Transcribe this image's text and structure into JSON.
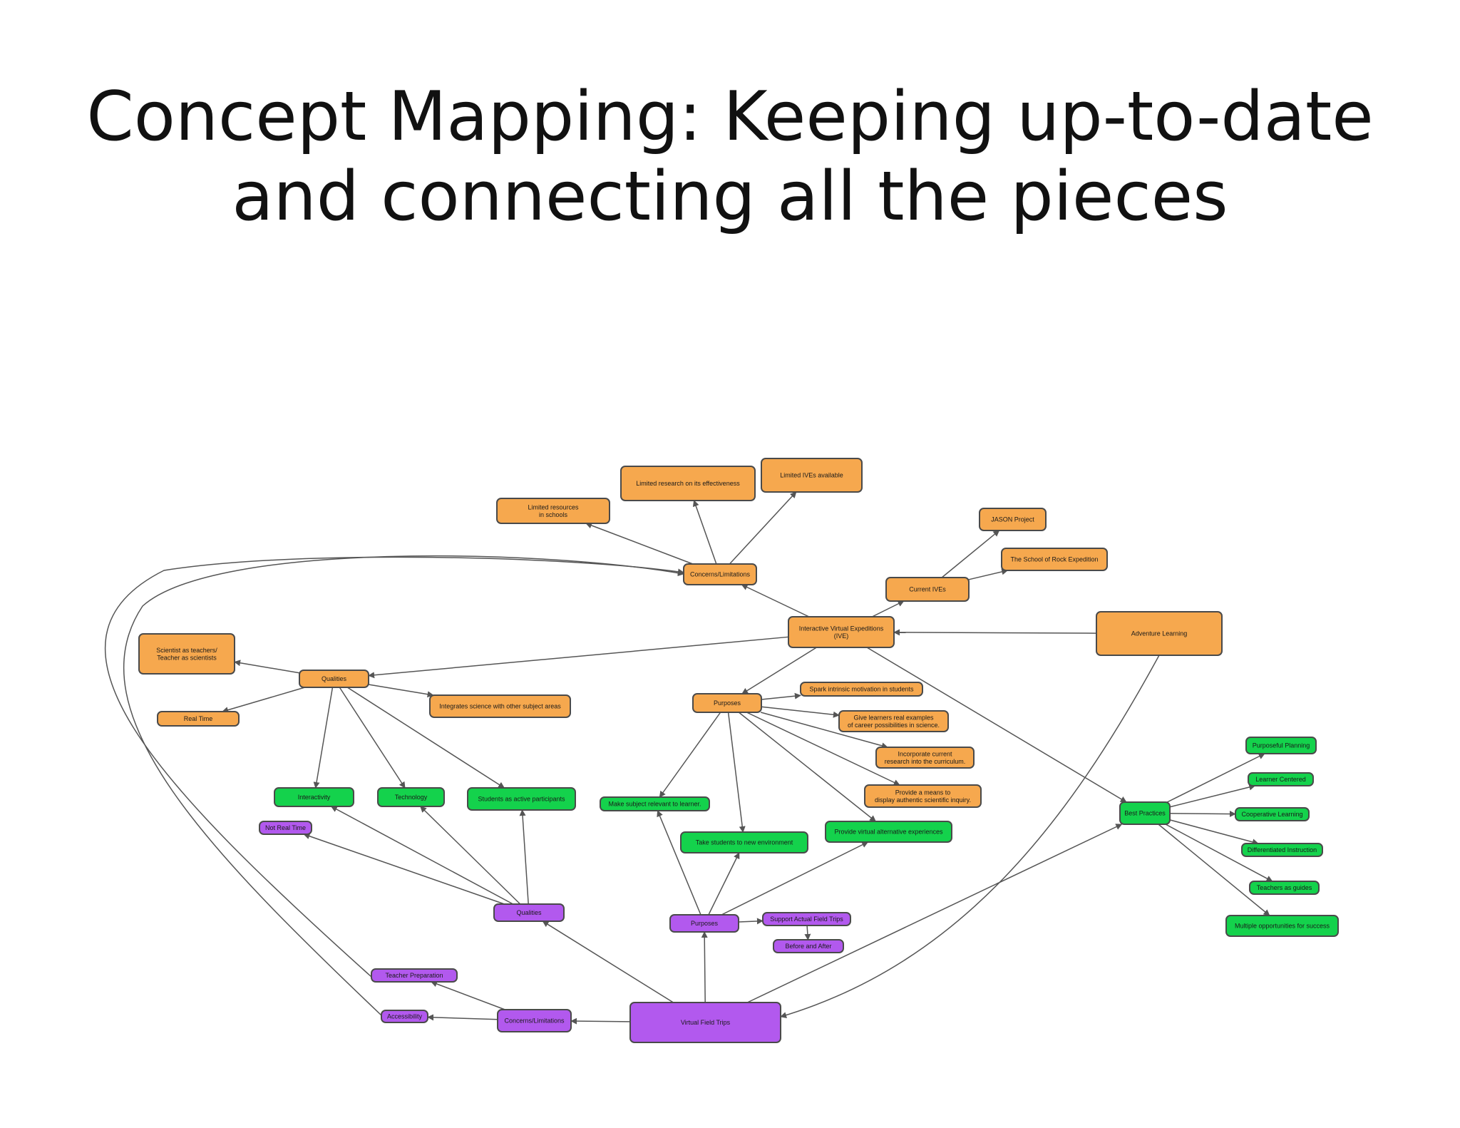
{
  "title": {
    "line1": "Concept Mapping:  Keeping up-to-date",
    "line2": "and connecting all the pieces"
  },
  "colors": {
    "orange": "#f6a84e",
    "green": "#14d24c",
    "purple": "#b259ee",
    "edge": "#555555"
  },
  "diagram": {
    "nodes": [
      {
        "id": "lim_research",
        "color": "orange",
        "lines": [
          "Limited research on its effectiveness"
        ]
      },
      {
        "id": "lim_ives",
        "color": "orange",
        "lines": [
          "Limited IVEs available"
        ]
      },
      {
        "id": "lim_resources",
        "color": "orange",
        "lines": [
          "Limited resources",
          "in schools"
        ]
      },
      {
        "id": "jason",
        "color": "orange",
        "lines": [
          "JASON Project"
        ]
      },
      {
        "id": "rock",
        "color": "orange",
        "lines": [
          "The School of Rock Expedition"
        ]
      },
      {
        "id": "concerns_o",
        "color": "orange",
        "lines": [
          "Concerns/Limitations"
        ]
      },
      {
        "id": "current_ives",
        "color": "orange",
        "lines": [
          "Current IVEs"
        ]
      },
      {
        "id": "ive",
        "color": "orange",
        "lines": [
          "Interactive Virtual Expeditions",
          "(IVE)"
        ]
      },
      {
        "id": "adventure",
        "color": "orange",
        "lines": [
          "Adventure Learning"
        ]
      },
      {
        "id": "scientist",
        "color": "orange",
        "lines": [
          "Scientist as teachers/",
          "Teacher as scientists"
        ]
      },
      {
        "id": "qualities_o",
        "color": "orange",
        "lines": [
          "Qualities"
        ]
      },
      {
        "id": "real_time",
        "color": "orange",
        "lines": [
          "Real  Time"
        ]
      },
      {
        "id": "integrates",
        "color": "orange",
        "lines": [
          "Integrates science with other subject areas"
        ]
      },
      {
        "id": "purposes_o",
        "color": "orange",
        "lines": [
          "Purposes"
        ]
      },
      {
        "id": "spark",
        "color": "orange",
        "lines": [
          "Spark intrinsic motivation in students"
        ]
      },
      {
        "id": "career",
        "color": "orange",
        "lines": [
          "Give learners real examples",
          "of career possibilities in science."
        ]
      },
      {
        "id": "incorporate",
        "color": "orange",
        "lines": [
          "Incorporate current",
          "research into the curriculum."
        ]
      },
      {
        "id": "provide_means",
        "color": "orange",
        "lines": [
          "Provide a means to",
          "display authentic scientific inquiry."
        ]
      },
      {
        "id": "interactivity",
        "color": "green",
        "lines": [
          "Interactivity"
        ]
      },
      {
        "id": "technology",
        "color": "green",
        "lines": [
          "Technology"
        ]
      },
      {
        "id": "students_active",
        "color": "green",
        "lines": [
          "Students as active participants"
        ]
      },
      {
        "id": "make_relevant",
        "color": "green",
        "lines": [
          "Make subject relevant to learner."
        ]
      },
      {
        "id": "take_students",
        "color": "green",
        "lines": [
          "Take students to new environment"
        ]
      },
      {
        "id": "provide_virtual",
        "color": "green",
        "lines": [
          "Provide virtual alternative experiences"
        ]
      },
      {
        "id": "best_practices",
        "color": "green",
        "lines": [
          "Best Practices"
        ]
      },
      {
        "id": "purposeful",
        "color": "green",
        "lines": [
          "Purposeful Planning"
        ]
      },
      {
        "id": "learner_centered",
        "color": "green",
        "lines": [
          "Learner Centered"
        ]
      },
      {
        "id": "cooperative",
        "color": "green",
        "lines": [
          "Cooperative Learning"
        ]
      },
      {
        "id": "differentiated",
        "color": "green",
        "lines": [
          "Differentiated Instruction"
        ]
      },
      {
        "id": "guides",
        "color": "green",
        "lines": [
          "Teachers as guides"
        ]
      },
      {
        "id": "multiple",
        "color": "green",
        "lines": [
          "Multiple opportunities for success"
        ]
      },
      {
        "id": "not_real_time",
        "color": "purple",
        "lines": [
          "Not Real Time"
        ]
      },
      {
        "id": "qualities_p",
        "color": "purple",
        "lines": [
          "Qualities"
        ]
      },
      {
        "id": "purposes_p",
        "color": "purple",
        "lines": [
          "Purposes"
        ]
      },
      {
        "id": "support_trips",
        "color": "purple",
        "lines": [
          "Support Actual Field Trips"
        ]
      },
      {
        "id": "before_after",
        "color": "purple",
        "lines": [
          "Before and After"
        ]
      },
      {
        "id": "teacher_prep",
        "color": "purple",
        "lines": [
          "Teacher Preparation"
        ]
      },
      {
        "id": "accessibility",
        "color": "purple",
        "lines": [
          "Accessibility"
        ]
      },
      {
        "id": "concerns_p",
        "color": "purple",
        "lines": [
          "Concerns/Limitations"
        ]
      },
      {
        "id": "vft",
        "color": "purple",
        "lines": [
          "Virtual Field Trips"
        ]
      }
    ],
    "edges": [
      [
        "concerns_o",
        "lim_resources"
      ],
      [
        "concerns_o",
        "lim_research"
      ],
      [
        "concerns_o",
        "lim_ives"
      ],
      [
        "ive",
        "concerns_o"
      ],
      [
        "ive",
        "current_ives"
      ],
      [
        "current_ives",
        "jason"
      ],
      [
        "current_ives",
        "rock"
      ],
      [
        "adventure",
        "ive"
      ],
      [
        "ive",
        "qualities_o"
      ],
      [
        "ive",
        "purposes_o"
      ],
      [
        "ive",
        "best_practices"
      ],
      [
        "qualities_o",
        "scientist"
      ],
      [
        "qualities_o",
        "real_time"
      ],
      [
        "qualities_o",
        "integrates"
      ],
      [
        "qualities_o",
        "interactivity"
      ],
      [
        "qualities_o",
        "technology"
      ],
      [
        "qualities_o",
        "students_active"
      ],
      [
        "purposes_o",
        "spark"
      ],
      [
        "purposes_o",
        "career"
      ],
      [
        "purposes_o",
        "incorporate"
      ],
      [
        "purposes_o",
        "provide_means"
      ],
      [
        "purposes_o",
        "make_relevant"
      ],
      [
        "purposes_o",
        "take_students"
      ],
      [
        "purposes_o",
        "provide_virtual"
      ],
      [
        "best_practices",
        "purposeful"
      ],
      [
        "best_practices",
        "learner_centered"
      ],
      [
        "best_practices",
        "cooperative"
      ],
      [
        "best_practices",
        "differentiated"
      ],
      [
        "best_practices",
        "guides"
      ],
      [
        "best_practices",
        "multiple"
      ],
      [
        "qualities_p",
        "not_real_time"
      ],
      [
        "qualities_p",
        "interactivity"
      ],
      [
        "qualities_p",
        "technology"
      ],
      [
        "qualities_p",
        "students_active"
      ],
      [
        "purposes_p",
        "make_relevant"
      ],
      [
        "purposes_p",
        "take_students"
      ],
      [
        "purposes_p",
        "provide_virtual"
      ],
      [
        "purposes_p",
        "support_trips"
      ],
      [
        "support_trips",
        "before_after"
      ],
      [
        "vft",
        "qualities_p"
      ],
      [
        "vft",
        "purposes_p"
      ],
      [
        "vft",
        "concerns_p"
      ],
      [
        "vft",
        "best_practices"
      ],
      [
        "adventure",
        "vft"
      ],
      [
        "concerns_p",
        "teacher_prep"
      ],
      [
        "concerns_p",
        "accessibility"
      ],
      [
        "teacher_prep",
        "concerns_o"
      ],
      [
        "accessibility",
        "concerns_o"
      ]
    ]
  }
}
